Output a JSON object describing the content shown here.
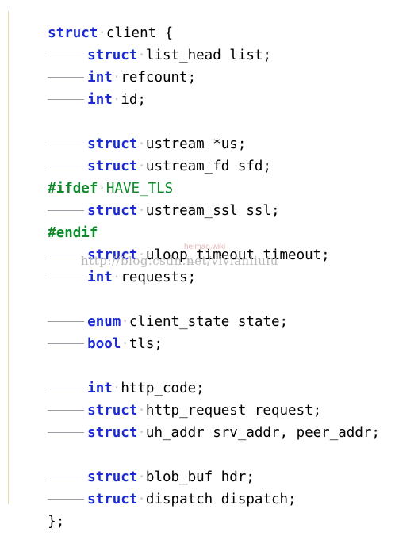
{
  "code": {
    "l1_kw": "struct",
    "l1_rest": "client {",
    "l2_kw": "struct",
    "l2_rest": "list_head list;",
    "l3_kw": "int",
    "l3_rest": "refcount;",
    "l4_kw": "int",
    "l4_rest": "id;",
    "l5_kw": "struct",
    "l5_rest": "ustream *us;",
    "l6_kw": "struct",
    "l6_rest": "ustream_fd sfd;",
    "l7_pp": "#ifdef",
    "l7_macro": "HAVE_TLS",
    "l8_kw": "struct",
    "l8_rest": "ustream_ssl ssl;",
    "l9_pp": "#endif",
    "l10_kw": "struct",
    "l10_rest": "uloop_timeout timeout;",
    "l11_kw": "int",
    "l11_rest": "requests;",
    "l12_kw": "enum",
    "l12_rest": "client_state state;",
    "l13_kw": "bool",
    "l13_rest": "tls;",
    "l14_kw": "int",
    "l14_rest": "http_code;",
    "l15_kw": "struct",
    "l15_rest": "http_request request;",
    "l16_kw": "struct",
    "l16_rest": "uh_addr srv_addr, peer_addr;",
    "l17_kw": "struct",
    "l17_rest": "blob_buf hdr;",
    "l18_kw": "struct",
    "l18_rest": "dispatch dispatch;",
    "l19_rest": "};"
  },
  "watermark": {
    "url": "http://blog.csdn.net/vivianliulu",
    "small": "heimao.wiki"
  },
  "colors": {
    "keyword": "#1c2bd1",
    "preprocessor": "#0d8a2a",
    "text": "#000000",
    "background": "#ffffff"
  }
}
